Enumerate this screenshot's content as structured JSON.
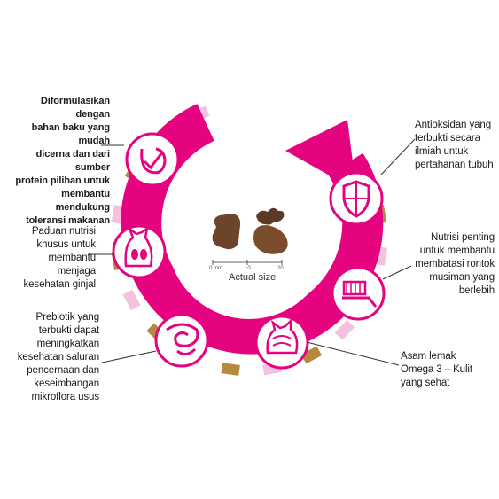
{
  "callouts": {
    "digestion": {
      "text": "Diformulasikan dengan\nbahan baku yang mudah\ndicerna dan dari sumber\nprotein pilihan untuk\nmembantu mendukung\ntoleransi makanan"
    },
    "kidney": {
      "text": "Paduan nutrisi\nkhusus untuk\nmembantu\nmenjaga\nkesehatan ginjal"
    },
    "prebiotic": {
      "text": "Prebiotik yang\nterbukti dapat\nmeningkatkan\nkesehatan saluran\npencernaan dan\nkeseimbangan\nmikroflora usus"
    },
    "antioxidant": {
      "text": "Antioksidan yang\nterbukti secara\nilmiah untuk\npertahanan tubuh"
    },
    "hairball": {
      "text": "Nutrisi penting\nuntuk membantu\nmembatasi rontok\nmusiman yang\nberlebih"
    },
    "omega": {
      "text": "Asam lemak\nOmega 3 – Kulit\nyang sehat"
    }
  },
  "kibble": {
    "caption": "Actual size",
    "scale_ticks": [
      "0 mm",
      "10",
      "20"
    ]
  },
  "icons": [
    "stomach-check-icon",
    "cat-kidney-icon",
    "intestine-icon",
    "cat-skin-icon",
    "brush-icon",
    "shield-icon"
  ],
  "colors": {
    "ring": "#e5037f",
    "ring_light": "#f29cc9",
    "gold": "#b68a3e",
    "icon_line": "#e5037f",
    "callout_line": "#333333",
    "text": "#1a1a1a"
  }
}
